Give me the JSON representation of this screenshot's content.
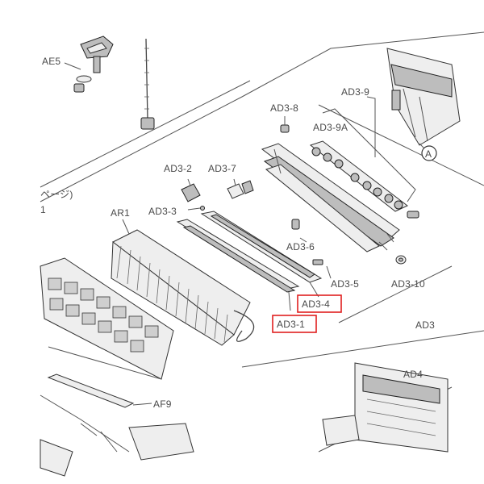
{
  "diagram": {
    "highlight_color": "#e02020",
    "labels": {
      "ae5": "AE5",
      "ad3_9": "AD3-9",
      "ad3_8": "AD3-8",
      "ad3_9a": "AD3-9A",
      "circle_a": "A",
      "ad3_2": "AD3-2",
      "ad3_7": "AD3-7",
      "ad3_3": "AD3-3",
      "page_ref": "ページ)",
      "page_ref_num": "1",
      "ar1": "AR1",
      "ad3_6": "AD3-6",
      "ad3_5": "AD3-5",
      "ad3_10": "AD3-10",
      "ad3_4": "AD3-4",
      "ad3_1": "AD3-1",
      "ad3_cut": "AD3",
      "ad4": "AD4",
      "af9": "AF9"
    }
  }
}
